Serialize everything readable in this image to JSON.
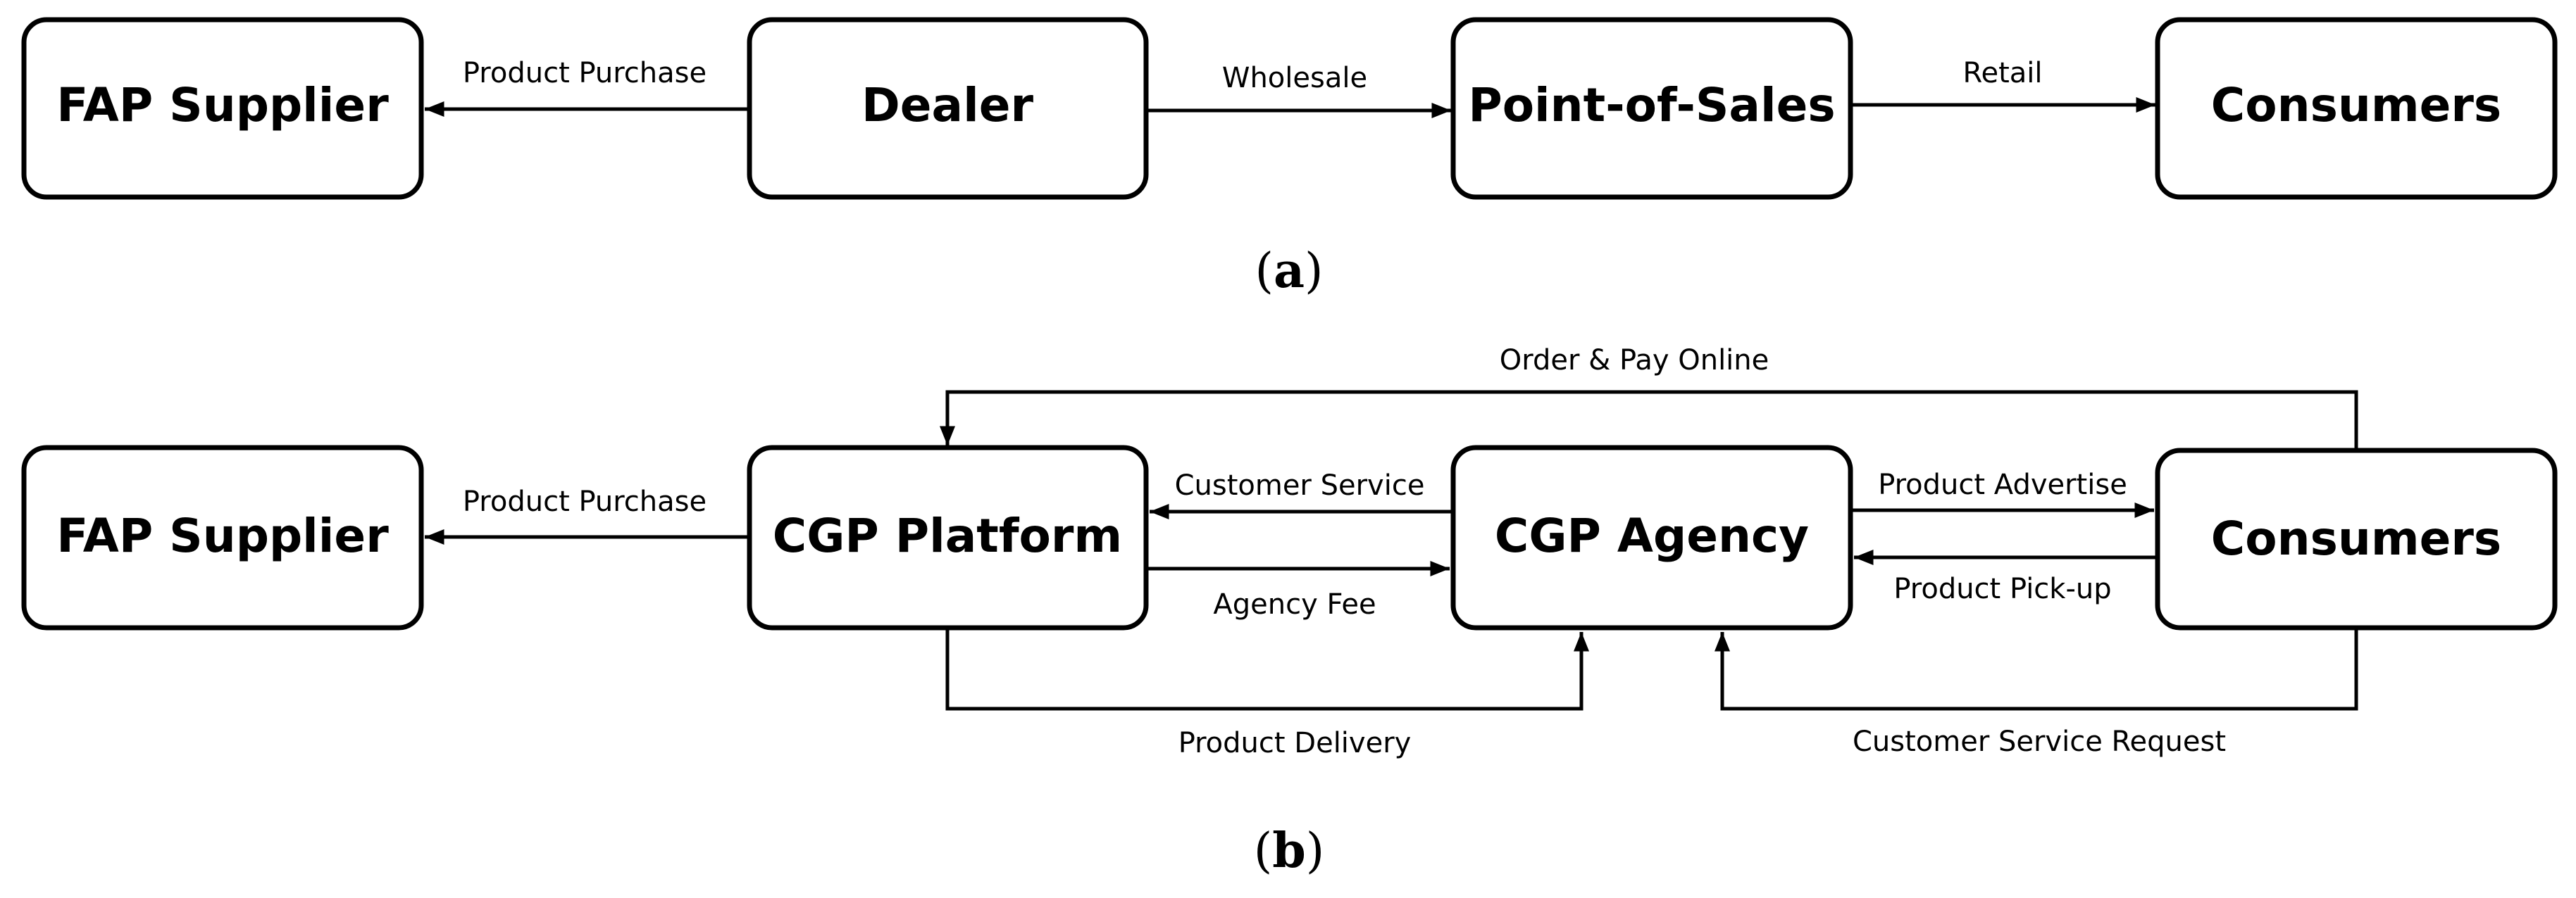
{
  "diagram_a": {
    "nodes": {
      "fap_supplier": "FAP Supplier",
      "dealer": "Dealer",
      "point_of_sales": "Point-of-Sales",
      "consumers": "Consumers"
    },
    "edges": {
      "product_purchase": "Product Purchase",
      "wholesale": "Wholesale",
      "retail": "Retail"
    },
    "caption": {
      "open": "(",
      "letter": "a",
      "close": ")"
    }
  },
  "diagram_b": {
    "nodes": {
      "fap_supplier": "FAP Supplier",
      "cgp_platform": "CGP Platform",
      "cgp_agency": "CGP Agency",
      "consumers": "Consumers"
    },
    "edges": {
      "order_pay_online": "Order & Pay Online",
      "product_purchase": "Product Purchase",
      "customer_service": "Customer Service",
      "agency_fee": "Agency Fee",
      "product_advertise": "Product Advertise",
      "product_pickup": "Product Pick-up",
      "product_delivery": "Product Delivery",
      "customer_service_request": "Customer Service Request"
    },
    "caption": {
      "open": "(",
      "letter": "b",
      "close": ")"
    }
  }
}
